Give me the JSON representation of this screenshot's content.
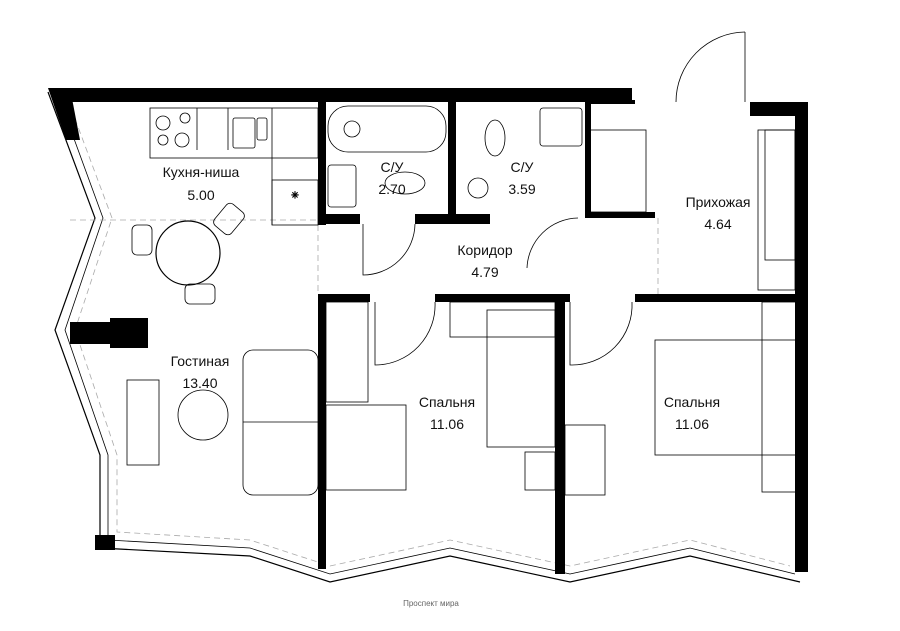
{
  "plan": {
    "rooms": [
      {
        "name": "Кухня-ниша",
        "area": "5.00"
      },
      {
        "name": "С/У",
        "area": "2.70"
      },
      {
        "name": "С/У",
        "area": "3.59"
      },
      {
        "name": "Прихожая",
        "area": "4.64"
      },
      {
        "name": "Коридор",
        "area": "4.79"
      },
      {
        "name": "Гостиная",
        "area": "13.40"
      },
      {
        "name": "Спальня",
        "area": "11.06"
      },
      {
        "name": "Спальня",
        "area": "11.06"
      }
    ],
    "street": "Проспект мира"
  }
}
